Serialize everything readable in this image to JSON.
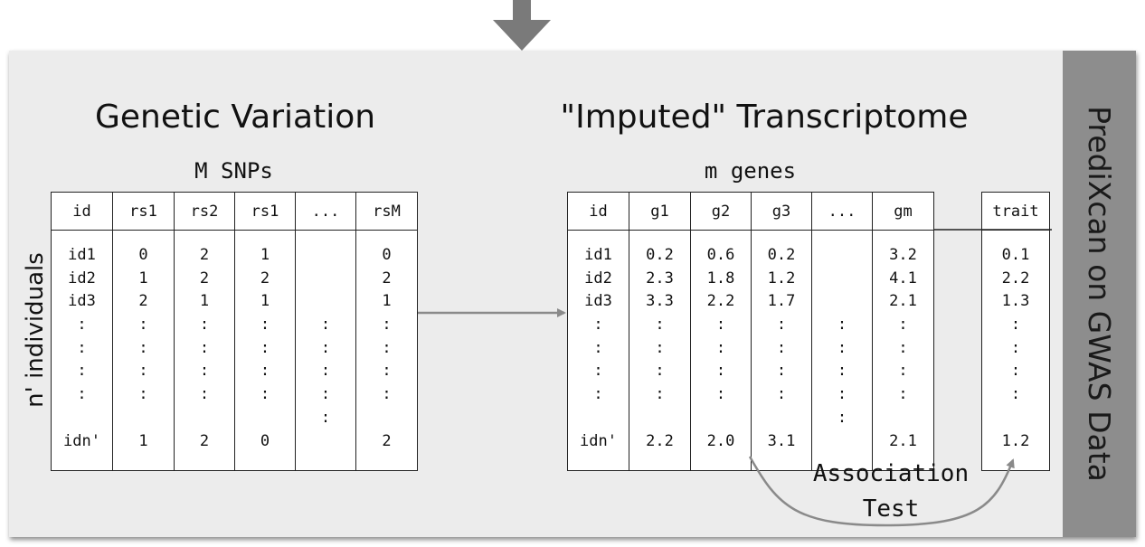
{
  "side_label": "PrediXcan on GWAS Data",
  "row_label": "n' individuals",
  "association_label": [
    "Association",
    "Test"
  ],
  "colors": {
    "panel": "#ececec",
    "side_bar": "#8d8d8d",
    "arrow": "#7a7a7a",
    "connector": "#8a8a8a"
  },
  "genetic": {
    "title": "Genetic Variation",
    "caption": "M SNPs",
    "headers": [
      "id",
      "rs1",
      "rs2",
      "rs1",
      "...",
      "rsM"
    ],
    "columns": [
      [
        "id1",
        "id2",
        "id3",
        ":",
        ":",
        ":",
        ":",
        "",
        "idn'"
      ],
      [
        "0",
        "1",
        "2",
        ":",
        ":",
        ":",
        ":",
        "",
        "1"
      ],
      [
        "2",
        "2",
        "1",
        ":",
        ":",
        ":",
        ":",
        "",
        "2"
      ],
      [
        "1",
        "2",
        "1",
        ":",
        ":",
        ":",
        ":",
        "",
        "0"
      ],
      [
        "",
        "",
        "",
        ":",
        ":",
        ":",
        ":",
        ":",
        ""
      ],
      [
        "0",
        "2",
        "1",
        ":",
        ":",
        ":",
        ":",
        "",
        "2"
      ]
    ]
  },
  "transcriptome": {
    "title": "\"Imputed\" Transcriptome",
    "caption": "m genes",
    "headers": [
      "id",
      "g1",
      "g2",
      "g3",
      "...",
      "gm"
    ],
    "columns": [
      [
        "id1",
        "id2",
        "id3",
        ":",
        ":",
        ":",
        ":",
        "",
        "idn'"
      ],
      [
        "0.2",
        "2.3",
        "3.3",
        ":",
        ":",
        ":",
        ":",
        "",
        "2.2"
      ],
      [
        "0.6",
        "1.8",
        "2.2",
        ":",
        ":",
        ":",
        ":",
        "",
        "2.0"
      ],
      [
        "0.2",
        "1.2",
        "1.7",
        ":",
        ":",
        ":",
        ":",
        "",
        "3.1"
      ],
      [
        "",
        "",
        "",
        ":",
        ":",
        ":",
        ":",
        ":",
        ""
      ],
      [
        "3.2",
        "4.1",
        "2.1",
        ":",
        ":",
        ":",
        ":",
        "",
        "2.1"
      ]
    ]
  },
  "trait": {
    "headers": [
      "trait"
    ],
    "columns": [
      [
        "0.1",
        "2.2",
        "1.3",
        ":",
        ":",
        ":",
        ":",
        "",
        "1.2"
      ]
    ]
  }
}
